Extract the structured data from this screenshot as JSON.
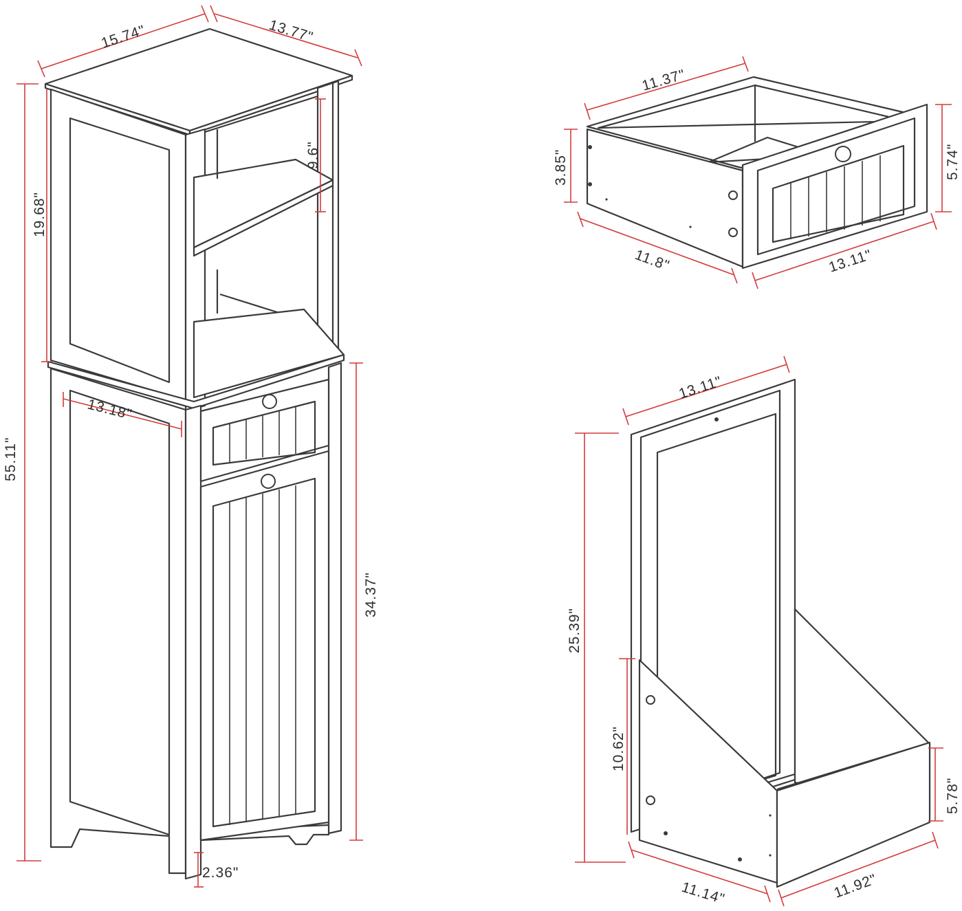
{
  "colors": {
    "outline": "#3a3a3a",
    "dimension_line": "#d33a3a",
    "label": "#2e2e2e",
    "background": "#ffffff"
  },
  "cabinet": {
    "top_width": "15.74\"",
    "top_depth": "13.77\"",
    "total_height": "55.11\"",
    "upper_height": "19.68\"",
    "shelf_gap": "9.6\"",
    "inner_width": "13.18\"",
    "lower_height": "34.37\"",
    "foot_height": "2.36\""
  },
  "drawer": {
    "inner_width": "11.37\"",
    "side_height": "3.85\"",
    "front_height": "5.74\"",
    "depth": "11.8\"",
    "front_width": "13.11\""
  },
  "hamper": {
    "width": "13.11\"",
    "height": "25.39\"",
    "side_height": "10.62\"",
    "front_height": "5.78\"",
    "depth": "11.14\"",
    "front_width": "11.92\""
  }
}
